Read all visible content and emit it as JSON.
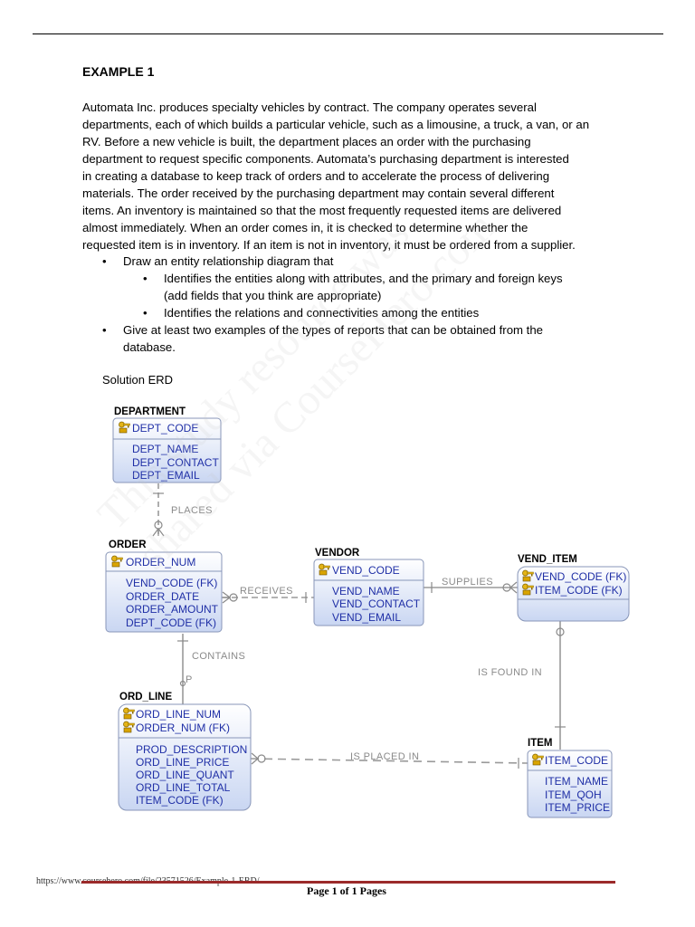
{
  "heading": "EXAMPLE 1",
  "intro_lines": [
    "Automata Inc. produces specialty vehicles by contract. The company operates several",
    "departments, each of which builds a particular vehicle, such as a limousine, a truck, a van, or an",
    "RV.  Before a new vehicle is built, the department places an order with the purchasing",
    "department to request specific components. Automata’s purchasing department is interested",
    "in creating a database to keep track of orders and to accelerate the process of delivering",
    "materials. The order received by the purchasing department may contain several different",
    "items. An inventory is maintained so that the most frequently requested items are delivered",
    "almost immediately. When an order comes in, it is checked to determine whether the",
    "requested item is in inventory. If an item is not in inventory, it must be ordered from a supplier."
  ],
  "bullets": {
    "b1": "Draw an entity relationship diagram that",
    "b1a": "Identifies the entities along with attributes, and the primary and foreign keys",
    "b1a_cont": "(add fields that you think are appropriate)",
    "b1b": "Identifies the relations and connectivities among the entities",
    "b2": "Give at least two examples of the types of reports that can be obtained from the",
    "b2_cont": "database."
  },
  "caption": "Solution ERD",
  "erd": {
    "department": {
      "title": "DEPARTMENT",
      "pk": [
        "DEPT_CODE"
      ],
      "attrs": [
        "DEPT_NAME",
        "DEPT_CONTACT",
        "DEPT_EMAIL"
      ]
    },
    "order": {
      "title": "ORDER",
      "pk": [
        "ORDER_NUM"
      ],
      "attrs": [
        "VEND_CODE (FK)",
        "ORDER_DATE",
        "ORDER_AMOUNT",
        "DEPT_CODE (FK)"
      ]
    },
    "vendor": {
      "title": "VENDOR",
      "pk": [
        "VEND_CODE"
      ],
      "attrs": [
        "VEND_NAME",
        "VEND_CONTACT",
        "VEND_EMAIL"
      ]
    },
    "vend_item": {
      "title": "VEND_ITEM",
      "pk": [
        "VEND_CODE (FK)",
        "ITEM_CODE (FK)"
      ],
      "attrs": []
    },
    "ord_line": {
      "title": "ORD_LINE",
      "pk": [
        "ORD_LINE_NUM",
        "ORDER_NUM (FK)"
      ],
      "attrs": [
        "PROD_DESCRIPTION",
        "ORD_LINE_PRICE",
        "ORD_LINE_QUANT",
        "ORD_LINE_TOTAL",
        "ITEM_CODE (FK)"
      ]
    },
    "item": {
      "title": "ITEM",
      "pk": [
        "ITEM_CODE"
      ],
      "attrs": [
        "ITEM_NAME",
        "ITEM_QOH",
        "ITEM_PRICE"
      ]
    },
    "relations": {
      "places": "PLACES",
      "receives": "RECEIVES",
      "supplies": "SUPPLIES",
      "contains": "CONTAINS",
      "is_found_in": "IS FOUND IN",
      "is_placed_in": "IS PLACED IN",
      "p_marker": "P"
    }
  },
  "watermark": [
    "This study resource was",
    "shared via CourseHero.com"
  ],
  "footer": {
    "url": "https://www.coursehero.com/file/23571526/Example-1-ERD/",
    "page": "Page 1 of 1 Pages"
  }
}
